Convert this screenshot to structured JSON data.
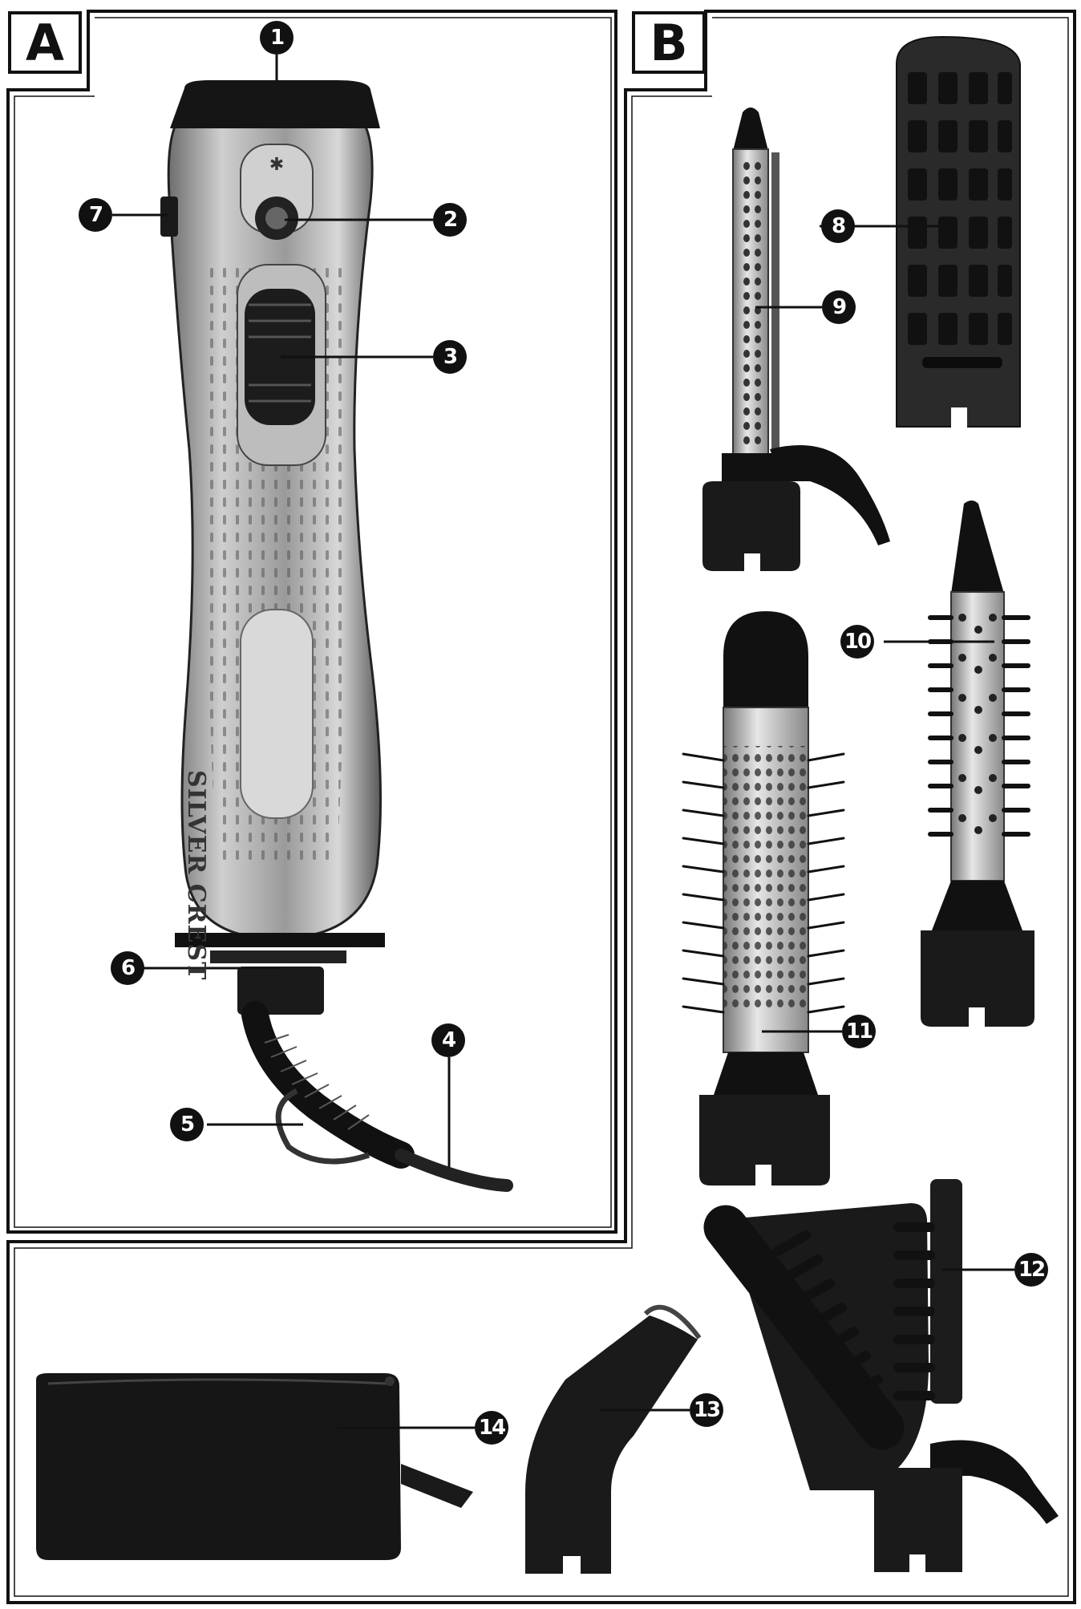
{
  "panels": {
    "a": {
      "label": "A"
    },
    "b": {
      "label": "B"
    }
  },
  "brand_text": "SILVER CREST",
  "callouts": [
    {
      "id": "1",
      "text": "1"
    },
    {
      "id": "2",
      "text": "2"
    },
    {
      "id": "3",
      "text": "3"
    },
    {
      "id": "4",
      "text": "4"
    },
    {
      "id": "5",
      "text": "5"
    },
    {
      "id": "6",
      "text": "6"
    },
    {
      "id": "7",
      "text": "7"
    },
    {
      "id": "8",
      "text": "8"
    },
    {
      "id": "9",
      "text": "9"
    },
    {
      "id": "10",
      "text": "10"
    },
    {
      "id": "11",
      "text": "11"
    },
    {
      "id": "12",
      "text": "12"
    },
    {
      "id": "13",
      "text": "13"
    },
    {
      "id": "14",
      "text": "14"
    }
  ],
  "colors": {
    "ink": "#111111",
    "body_silver": "#a8a8a8",
    "attachment_dark": "#1a1a1a",
    "brush_barrel": "#c8c8c8"
  }
}
